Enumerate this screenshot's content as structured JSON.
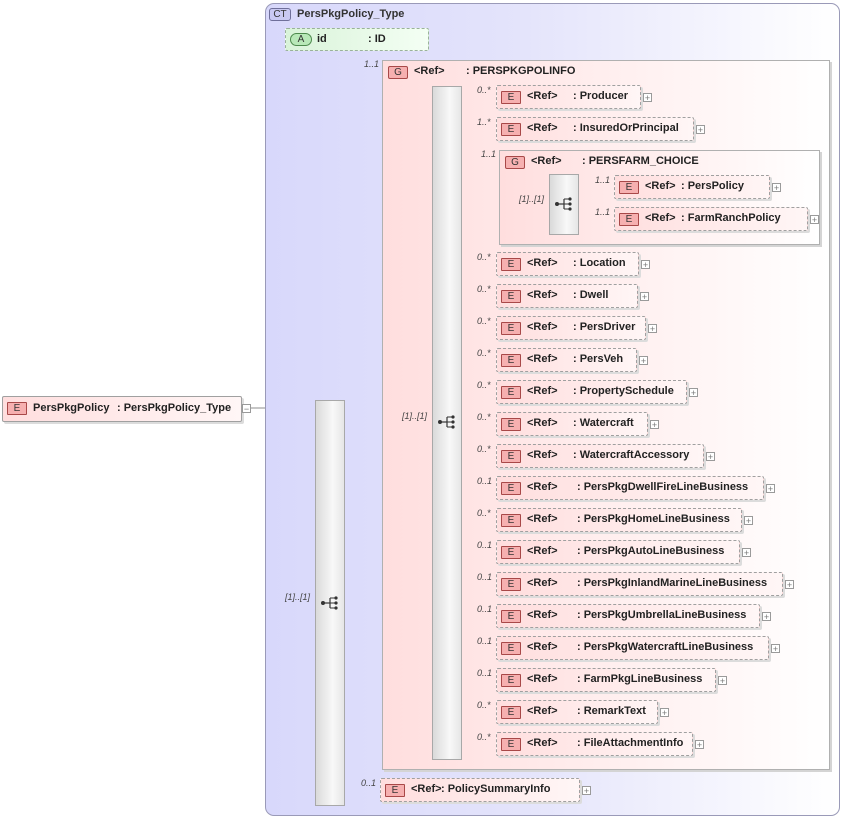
{
  "root": {
    "badge": "E",
    "name": "PersPkgPolicy",
    "type": ": PersPkgPolicy_Type",
    "toggle": "−"
  },
  "complex_type": {
    "badge": "CT",
    "name": "PersPkgPolicy_Type"
  },
  "attribute": {
    "badge": "A",
    "name": "id",
    "type": ": ID"
  },
  "outer_sequence": {
    "cardinality": "[1]..[1]"
  },
  "group_persp": {
    "badge": "G",
    "ref": "<Ref>",
    "name": ": PERSPKGPOLINFO",
    "cardinality": "1..1"
  },
  "inner_sequence": {
    "cardinality": "[1]..[1]"
  },
  "group_farm": {
    "badge": "G",
    "ref": "<Ref>",
    "name": ": PERSFARM_CHOICE",
    "cardinality": "1..1"
  },
  "choice": {
    "cardinality": "[1]..[1]"
  },
  "choice_elements": [
    {
      "badge": "E",
      "ref": "<Ref>",
      "name": ": PersPolicy",
      "cardinality": "1..1",
      "expand": "+"
    },
    {
      "badge": "E",
      "ref": "<Ref>",
      "name": ": FarmRanchPolicy",
      "cardinality": "1..1",
      "expand": "+"
    }
  ],
  "elements": [
    {
      "badge": "E",
      "ref": "<Ref>",
      "name": ": Producer",
      "cardinality": "0..*",
      "expand": "+"
    },
    {
      "badge": "E",
      "ref": "<Ref>",
      "name": ": InsuredOrPrincipal",
      "cardinality": "1..*",
      "expand": "+"
    },
    {
      "badge": "E",
      "ref": "<Ref>",
      "name": ": Location",
      "cardinality": "0..*",
      "expand": "+"
    },
    {
      "badge": "E",
      "ref": "<Ref>",
      "name": ": Dwell",
      "cardinality": "0..*",
      "expand": "+"
    },
    {
      "badge": "E",
      "ref": "<Ref>",
      "name": ": PersDriver",
      "cardinality": "0..*",
      "expand": "+"
    },
    {
      "badge": "E",
      "ref": "<Ref>",
      "name": ": PersVeh",
      "cardinality": "0..*",
      "expand": "+"
    },
    {
      "badge": "E",
      "ref": "<Ref>",
      "name": ": PropertySchedule",
      "cardinality": "0..*",
      "expand": "+"
    },
    {
      "badge": "E",
      "ref": "<Ref>",
      "name": ": Watercraft",
      "cardinality": "0..*",
      "expand": "+"
    },
    {
      "badge": "E",
      "ref": "<Ref>",
      "name": ": WatercraftAccessory",
      "cardinality": "0..*",
      "expand": "+"
    },
    {
      "badge": "E",
      "ref": "<Ref>",
      "name": ": PersPkgDwellFireLineBusiness",
      "cardinality": "0..1",
      "expand": "+"
    },
    {
      "badge": "E",
      "ref": "<Ref>",
      "name": ": PersPkgHomeLineBusiness",
      "cardinality": "0..*",
      "expand": "+"
    },
    {
      "badge": "E",
      "ref": "<Ref>",
      "name": ": PersPkgAutoLineBusiness",
      "cardinality": "0..1",
      "expand": "+"
    },
    {
      "badge": "E",
      "ref": "<Ref>",
      "name": ": PersPkgInlandMarineLineBusiness",
      "cardinality": "0..1",
      "expand": "+"
    },
    {
      "badge": "E",
      "ref": "<Ref>",
      "name": ": PersPkgUmbrellaLineBusiness",
      "cardinality": "0..1",
      "expand": "+"
    },
    {
      "badge": "E",
      "ref": "<Ref>",
      "name": ": PersPkgWatercraftLineBusiness",
      "cardinality": "0..1",
      "expand": "+"
    },
    {
      "badge": "E",
      "ref": "<Ref>",
      "name": ": FarmPkgLineBusiness",
      "cardinality": "0..1",
      "expand": "+"
    },
    {
      "badge": "E",
      "ref": "<Ref>",
      "name": ": RemarkText",
      "cardinality": "0..*",
      "expand": "+"
    },
    {
      "badge": "E",
      "ref": "<Ref>",
      "name": ": FileAttachmentInfo",
      "cardinality": "0..*",
      "expand": "+"
    }
  ],
  "summary_element": {
    "badge": "E",
    "ref": "<Ref>",
    "name": ": PolicySummaryInfo",
    "cardinality": "0..1",
    "expand": "+"
  }
}
